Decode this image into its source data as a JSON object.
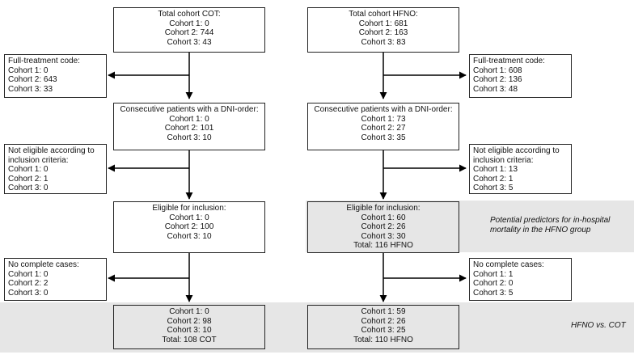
{
  "cot": {
    "total": [
      "Total cohort COT:",
      "Cohort 1: 0",
      "Cohort 2: 744",
      "Cohort 3: 43"
    ],
    "excl_full": [
      "Full-treatment code:",
      "Cohort 1: 0",
      "Cohort 2: 643",
      "Cohort 3: 33"
    ],
    "dni": [
      "Consecutive patients with a DNI-order:",
      "Cohort 1: 0",
      "Cohort 2: 101",
      "Cohort 3: 10"
    ],
    "excl_notelig": [
      "Not eligible according to",
      "inclusion criteria:",
      "Cohort 1: 0",
      "Cohort 2: 1",
      "Cohort 3: 0"
    ],
    "eligible": [
      "Eligible for inclusion:",
      "Cohort 1: 0",
      "Cohort 2: 100",
      "Cohort 3: 10"
    ],
    "excl_nocomplete": [
      "No complete cases:",
      "Cohort 1: 0",
      "Cohort 2: 2",
      "Cohort 3: 0"
    ],
    "final": [
      "Cohort 1: 0",
      "Cohort 2: 98",
      "Cohort 3: 10",
      "Total: 108 COT"
    ]
  },
  "hfno": {
    "total": [
      "Total cohort HFNO:",
      "Cohort 1: 681",
      "Cohort 2: 163",
      "Cohort 3: 83"
    ],
    "excl_full": [
      "Full-treatment code:",
      "Cohort 1: 608",
      "Cohort 2: 136",
      "Cohort 3: 48"
    ],
    "dni": [
      "Consecutive patients with a DNI-order:",
      "Cohort 1: 73",
      "Cohort 2: 27",
      "Cohort 3: 35"
    ],
    "excl_notelig": [
      "Not eligible according to",
      "inclusion criteria:",
      "Cohort 1: 13",
      "Cohort 2: 1",
      "Cohort 3: 5"
    ],
    "eligible": [
      "Eligible for inclusion:",
      "Cohort 1: 60",
      "Cohort 2: 26",
      "Cohort 3: 30",
      "Total: 116 HFNO"
    ],
    "excl_nocomplete": [
      "No complete cases:",
      "Cohort 1: 1",
      "Cohort 2: 0",
      "Cohort 3: 5"
    ],
    "final": [
      "Cohort 1: 59",
      "Cohort 2: 26",
      "Cohort 3: 25",
      "Total: 110 HFNO"
    ]
  },
  "notes": {
    "predictors": [
      "Potential predictors for in-hospital",
      "mortality in the HFNO group"
    ],
    "comparison": "HFNO vs. COT"
  },
  "colors": {
    "highlight": "#e6e6e6",
    "line": "#000000"
  }
}
